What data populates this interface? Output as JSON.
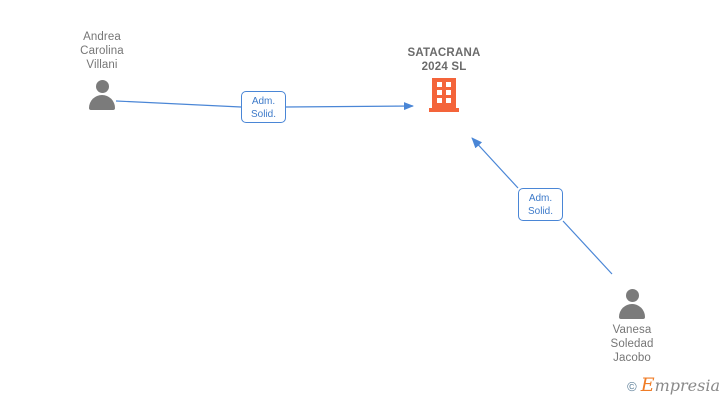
{
  "graph": {
    "title": "SATACRANA 2024 SL corporate relationship graph",
    "colors": {
      "company": "#f4643a",
      "person": "#7b7b7b",
      "edge": "#4a86d6",
      "label_text": "#3d7ac9",
      "node_text": "#767676",
      "background": "#ffffff"
    },
    "nodes": [
      {
        "id": "person-andrea-carolina-villani",
        "type": "person",
        "icon": "person-icon",
        "label": "Andrea\nCarolina\nVillani",
        "label_position": "above"
      },
      {
        "id": "company-satacrana-2024-sl",
        "type": "company",
        "icon": "building-icon",
        "label": "SATACRANA\n2024  SL",
        "label_position": "above"
      },
      {
        "id": "person-vanesa-soledad-jacobo",
        "type": "person",
        "icon": "person-icon",
        "label": "Vanesa\nSoledad\nJacobo",
        "label_position": "below"
      }
    ],
    "edges": [
      {
        "id": "edge-andrea-to-satacrana",
        "from": "person-andrea-carolina-villani",
        "to": "company-satacrana-2024-sl",
        "label": "Adm.\nSolid.",
        "direction": "to-company"
      },
      {
        "id": "edge-vanesa-to-satacrana",
        "from": "person-vanesa-soledad-jacobo",
        "to": "company-satacrana-2024-sl",
        "label": "Adm.\nSolid.",
        "direction": "to-company"
      }
    ]
  },
  "watermark": {
    "copyright": "©",
    "brand_initial": "E",
    "brand_rest": "mpresia"
  }
}
